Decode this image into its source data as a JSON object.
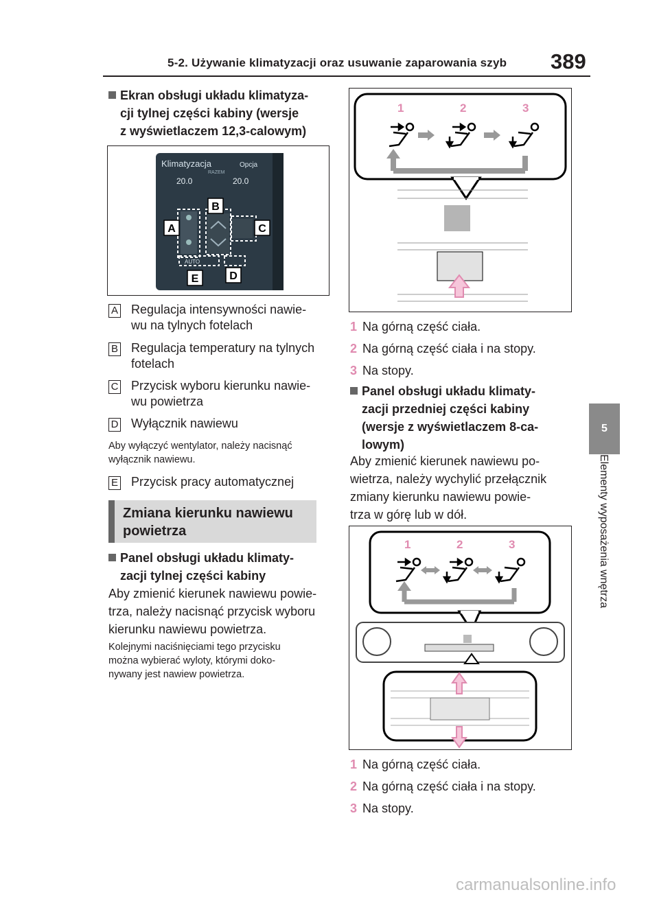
{
  "header": {
    "section_title": "5-2. Używanie klimatyzacji oraz usuwanie zaparowania szyb",
    "page_number": "389"
  },
  "side_tab": {
    "chapter": "5",
    "chapter_title": "Elementy wyposażenia wnętrza"
  },
  "left": {
    "heading1": [
      "Ekran obsługi układu klimatyza-",
      "cji tylnej części kabiny (wersje",
      "z wyświetlaczem 12,3-calowym)"
    ],
    "screen": {
      "title": "Klimatyzacja",
      "option": "Opcja",
      "temp_left": "20.0",
      "temp_right": "20.0",
      "sync": "RAZEM",
      "auto": "AUTO",
      "callouts": [
        "A",
        "B",
        "C",
        "D",
        "E"
      ]
    },
    "items": [
      {
        "label": "A",
        "text": [
          "Regulacja intensywności nawie-",
          "wu na tylnych fotelach"
        ]
      },
      {
        "label": "B",
        "text": [
          "Regulacja temperatury na tylnych",
          "fotelach"
        ]
      },
      {
        "label": "C",
        "text": [
          "Przycisk wyboru kierunku nawie-",
          "wu powietrza"
        ]
      },
      {
        "label": "D",
        "text": [
          "Wyłącznik nawiewu"
        ]
      }
    ],
    "note_d": [
      "Aby wyłączyć wentylator, należy nacisnąć",
      "wyłącznik nawiewu."
    ],
    "item_e": {
      "label": "E",
      "text": "Przycisk pracy automatycznej"
    },
    "section_title": [
      "Zmiana kierunku nawiewu",
      "powietrza"
    ],
    "heading2": [
      "Panel obsługi układu klimaty-",
      "zacji tylnej części kabiny"
    ],
    "para2": [
      "Aby zmienić kierunek nawiewu powie-",
      "trza, należy nacisnąć przycisk wyboru",
      "kierunku nawiewu powietrza."
    ],
    "note2": [
      "Kolejnymi naciśnięciami tego przycisku",
      "można wybierać wyloty, którymi doko-",
      "nywany jest nawiew powietrza."
    ]
  },
  "right": {
    "fig1_numbers": [
      "1",
      "2",
      "3"
    ],
    "list1": [
      {
        "n": "1",
        "text": "Na górną część ciała."
      },
      {
        "n": "2",
        "text": "Na górną część ciała i na stopy."
      },
      {
        "n": "3",
        "text": "Na stopy."
      }
    ],
    "heading3": [
      "Panel obsługi układu klimaty-",
      "zacji przedniej części kabiny",
      "(wersje z wyświetlaczem 8-ca-",
      "lowym)"
    ],
    "para3": [
      "Aby zmienić kierunek nawiewu po-",
      "wietrza, należy wychylić przełącznik",
      "zmiany kierunku nawiewu powie-",
      "trza w górę lub w dół."
    ],
    "fig2_numbers": [
      "1",
      "2",
      "3"
    ],
    "list2": [
      {
        "n": "1",
        "text": "Na górną część ciała."
      },
      {
        "n": "2",
        "text": "Na górną część ciała i na stopy."
      },
      {
        "n": "3",
        "text": "Na stopy."
      }
    ]
  },
  "footer": {
    "watermark": "carmanualsonline.info"
  },
  "colors": {
    "accent_pink": "#e08bb0",
    "tab_gray": "#8a8a8a",
    "section_gray": "#d9d9d9"
  }
}
